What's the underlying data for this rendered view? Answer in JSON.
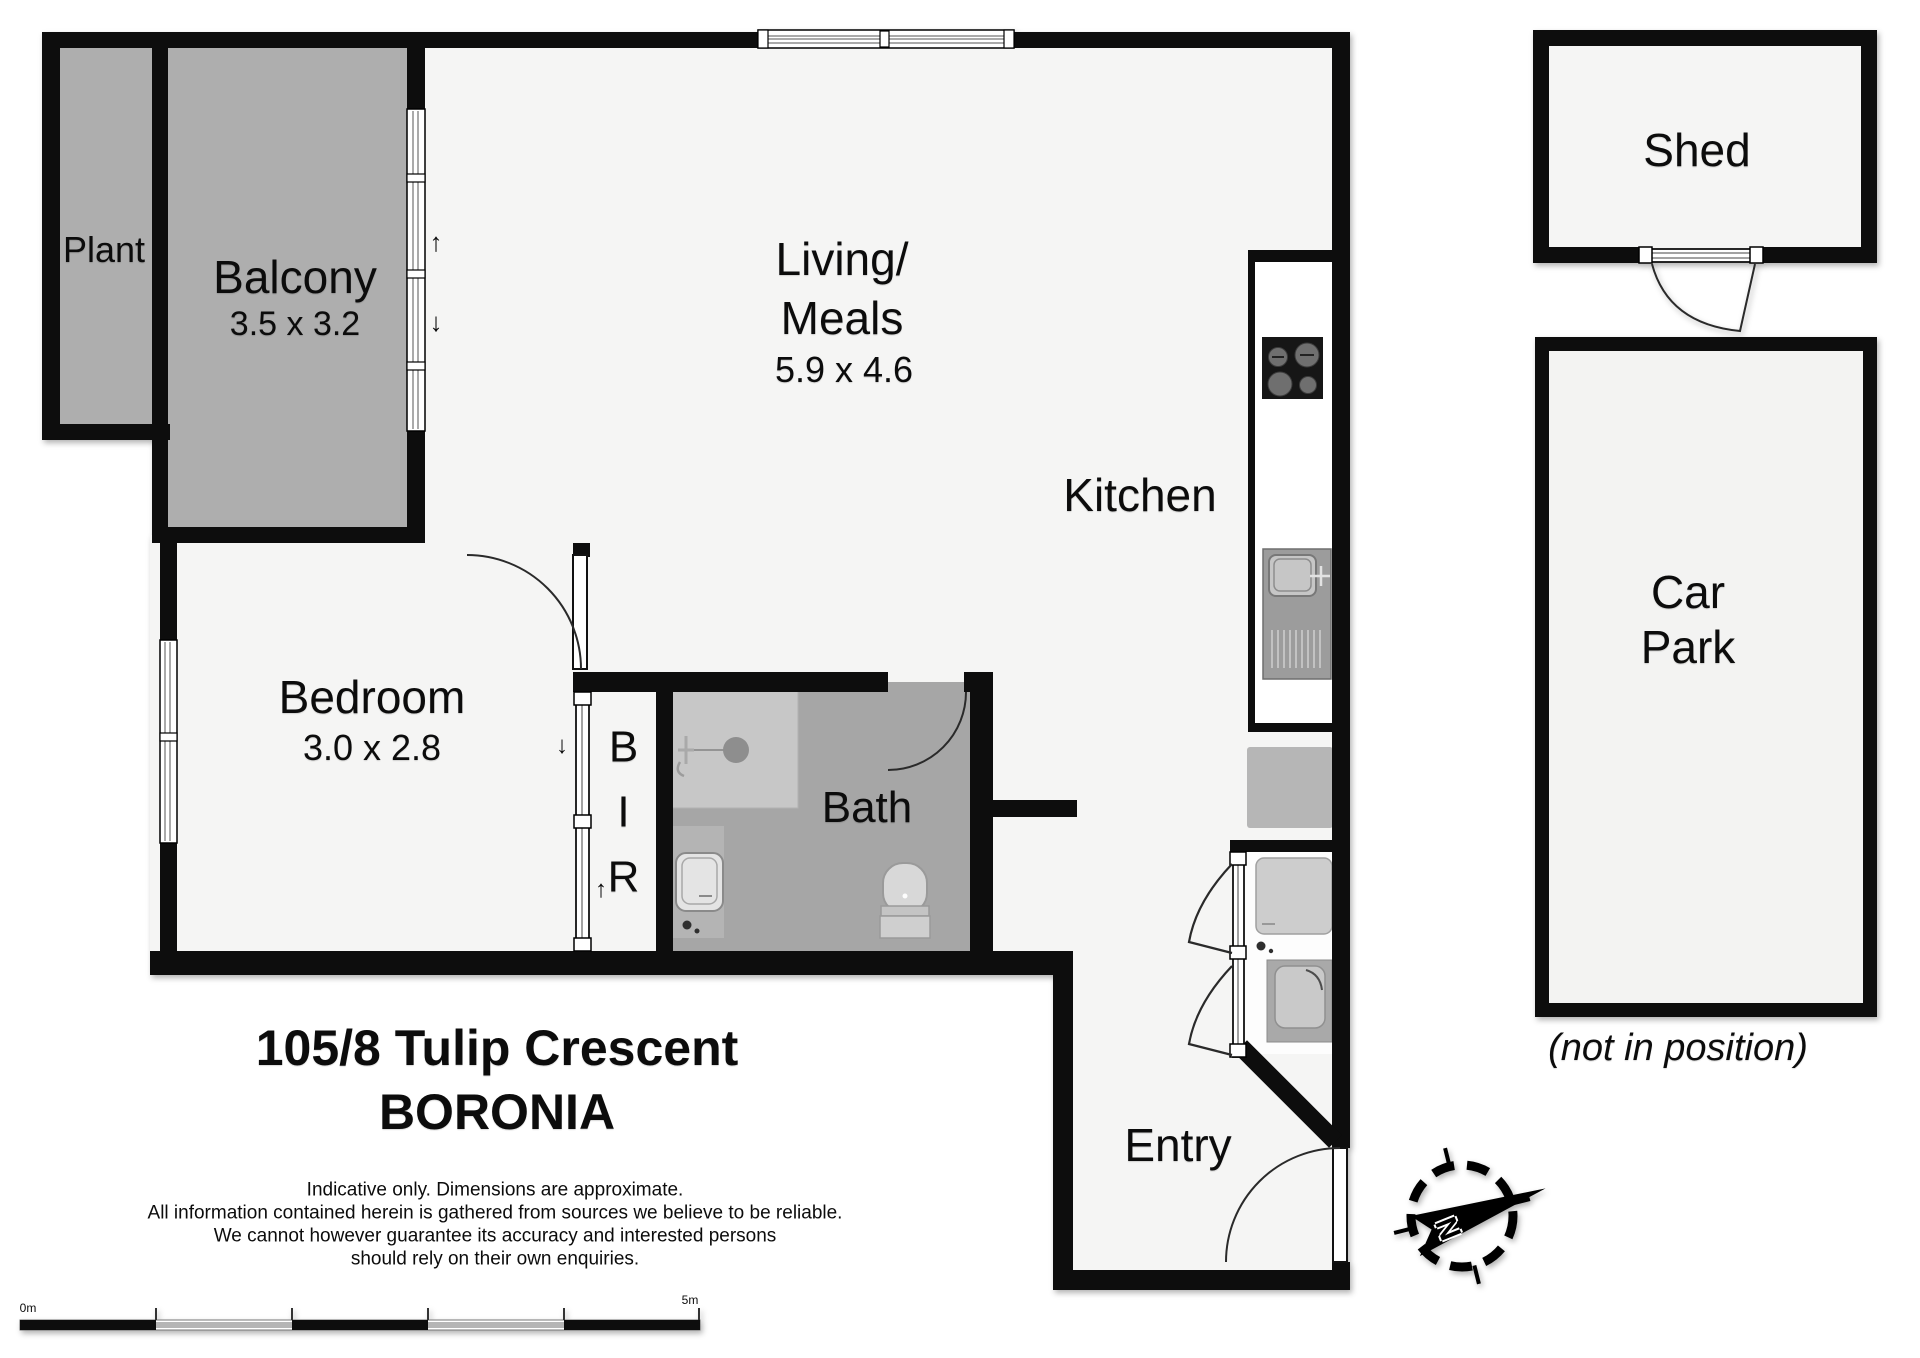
{
  "title": {
    "line1": "105/8 Tulip Crescent",
    "line2": "BORONIA"
  },
  "disclaimer": {
    "line1": "Indicative only. Dimensions are approximate.",
    "line2": "All information contained herein is gathered from sources we believe to be reliable.",
    "line3": "We cannot however guarantee its accuracy and interested persons",
    "line4": "should rely on their own enquiries."
  },
  "rooms": {
    "plant": {
      "name": "Plant"
    },
    "balcony": {
      "name": "Balcony",
      "dims": "3.5 x 3.2"
    },
    "living": {
      "name_line1": "Living/",
      "name_line2": "Meals",
      "dims": "5.9 x 4.6"
    },
    "kitchen": {
      "name": "Kitchen"
    },
    "bedroom": {
      "name": "Bedroom",
      "dims": "3.0 x 2.8"
    },
    "bir": {
      "name": "BIR"
    },
    "bath": {
      "name": "Bath"
    },
    "entry": {
      "name": "Entry"
    },
    "shed": {
      "name": "Shed"
    },
    "carpark": {
      "name_line1": "Car",
      "name_line2": "Park",
      "note": "(not in position)"
    }
  },
  "scalebar": {
    "start": "0m",
    "end": "5m"
  },
  "compass": {
    "north": "N"
  },
  "glyphs": {
    "arrow_up": "↑",
    "arrow_down": "↓"
  },
  "colors": {
    "wall": "#0d0d0d",
    "floor_light": "#f5f5f4",
    "outdoor_gray": "#aeaeae",
    "bath_floor": "#a6a6a6",
    "shower": "#c7c7c7",
    "fixture_gray": "#cccccc"
  }
}
